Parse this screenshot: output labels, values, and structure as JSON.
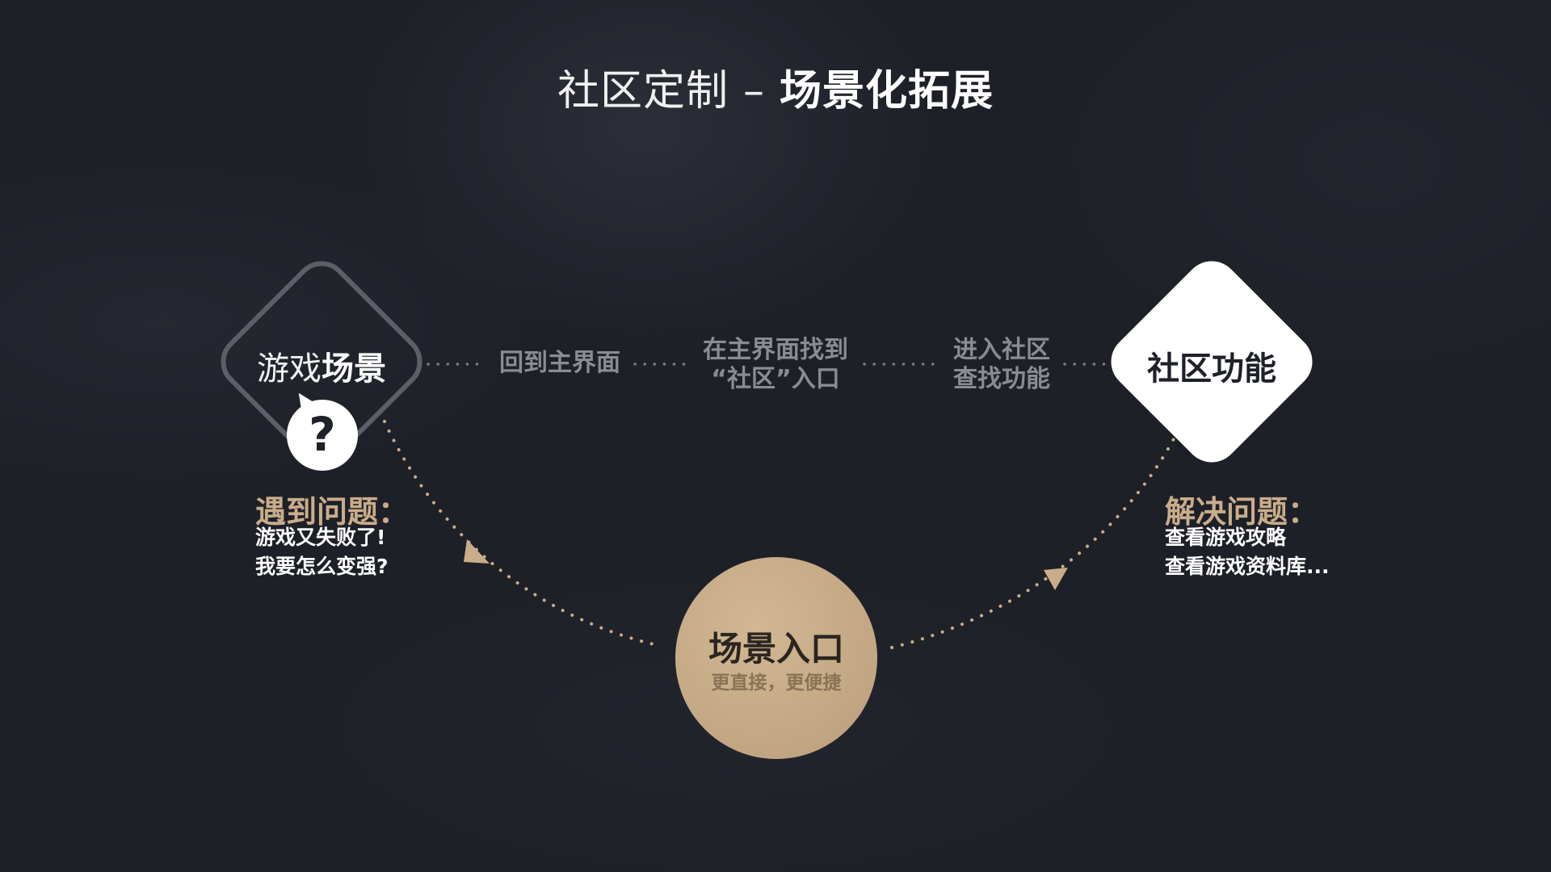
{
  "title": {
    "light": "社区定制",
    "dash": "–",
    "bold": "场景化拓展"
  },
  "nodes": {
    "game_scene": {
      "light": "游戏",
      "bold": "场景"
    },
    "question_mark": "?",
    "community_feature": "社区功能",
    "scene_entry": {
      "title": "场景入口",
      "subtitle": "更直接，更便捷"
    }
  },
  "steps": [
    {
      "lines": [
        "回到主界面"
      ]
    },
    {
      "lines": [
        "在主界面找到",
        "“社区”入口"
      ]
    },
    {
      "lines": [
        "进入社区",
        "查找功能"
      ]
    }
  ],
  "problem": {
    "title": "遇到问题：",
    "lines": [
      "游戏又失败了!",
      "我要怎么变强?"
    ]
  },
  "solution": {
    "title": "解决问题：",
    "lines": [
      "查看游戏攻略",
      "查看游戏资料库..."
    ]
  },
  "colors": {
    "background": "#1e2028",
    "accent_gold": "#c9ad8a",
    "circle_fill": "#c4a884",
    "step_text": "#8a8c93",
    "diamond_outline": "#5c5f68",
    "dotted_line": "#7a7c82",
    "dotted_curve": "#c9ad8a"
  }
}
